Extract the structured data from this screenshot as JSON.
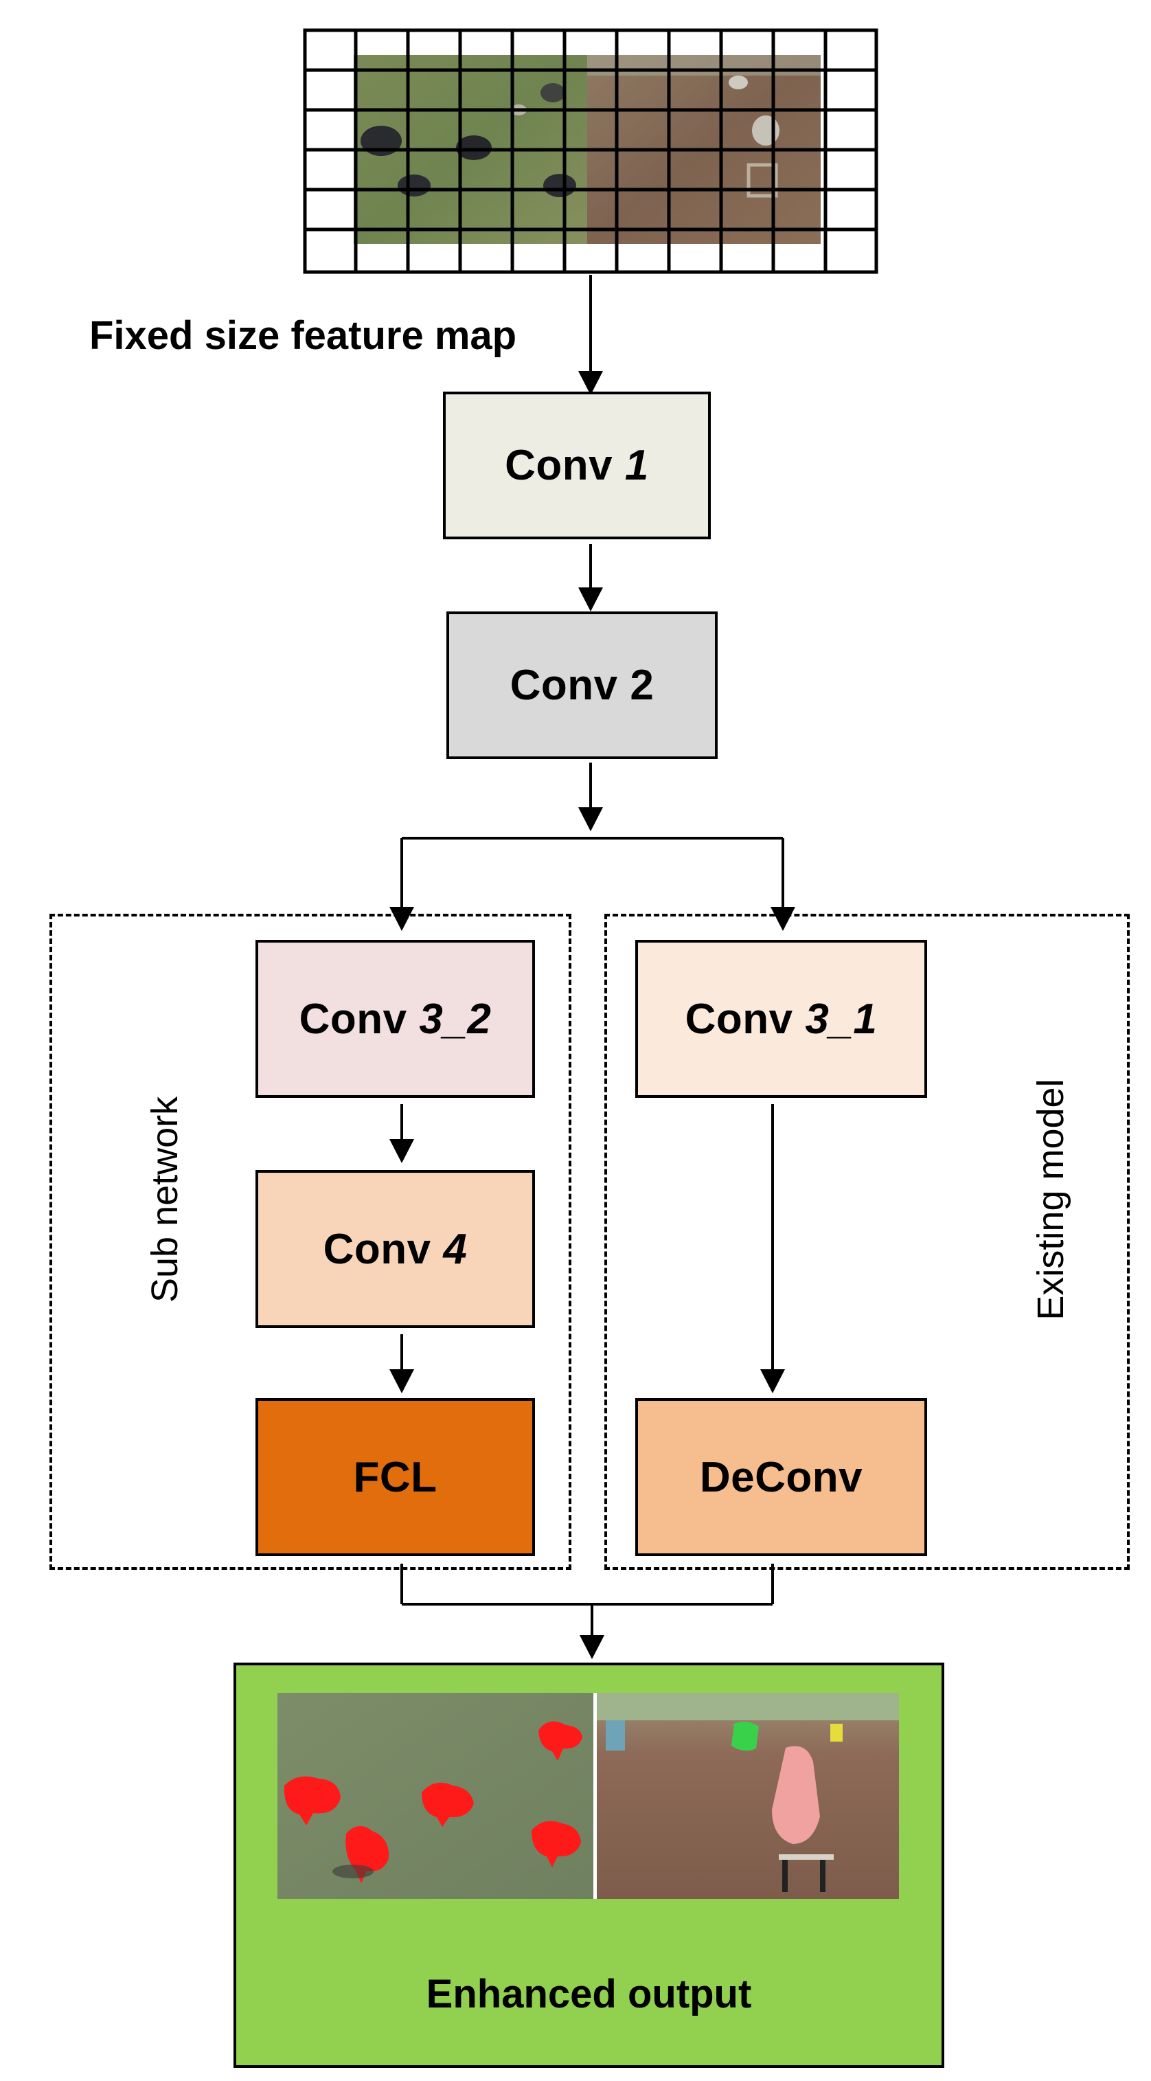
{
  "title": "",
  "input": {
    "label": "Fixed size feature map"
  },
  "nodes": {
    "conv1": {
      "text": "Conv ",
      "num": "1",
      "color": "#eeede4"
    },
    "conv2": {
      "text": "Conv 2",
      "color": "#d9d9d9"
    },
    "conv3_2": {
      "text": "Conv ",
      "num": "3_2",
      "color": "#f2dfe0"
    },
    "conv3_1": {
      "text": "Conv ",
      "num": "3_1",
      "color": "#fbe9dc"
    },
    "conv4": {
      "text": "Conv ",
      "num": "4",
      "color": "#f8d5b9"
    },
    "fcl": {
      "text": "FCL",
      "color": "#e26d0c"
    },
    "deconv": {
      "text": "DeConv",
      "color": "#f6bd8e"
    }
  },
  "groups": {
    "sub_network": {
      "label": "Sub network"
    },
    "existing_model": {
      "label": "Existing model"
    }
  },
  "output": {
    "label": "Enhanced output",
    "color": "#92d050"
  },
  "edges": [
    [
      "feature-map",
      "conv1"
    ],
    [
      "conv1",
      "conv2"
    ],
    [
      "conv2",
      "conv3_2"
    ],
    [
      "conv2",
      "conv3_1"
    ],
    [
      "conv3_2",
      "conv4"
    ],
    [
      "conv4",
      "fcl"
    ],
    [
      "conv3_1",
      "deconv"
    ],
    [
      "fcl",
      "enhanced-output"
    ],
    [
      "deconv",
      "enhanced-output"
    ]
  ]
}
